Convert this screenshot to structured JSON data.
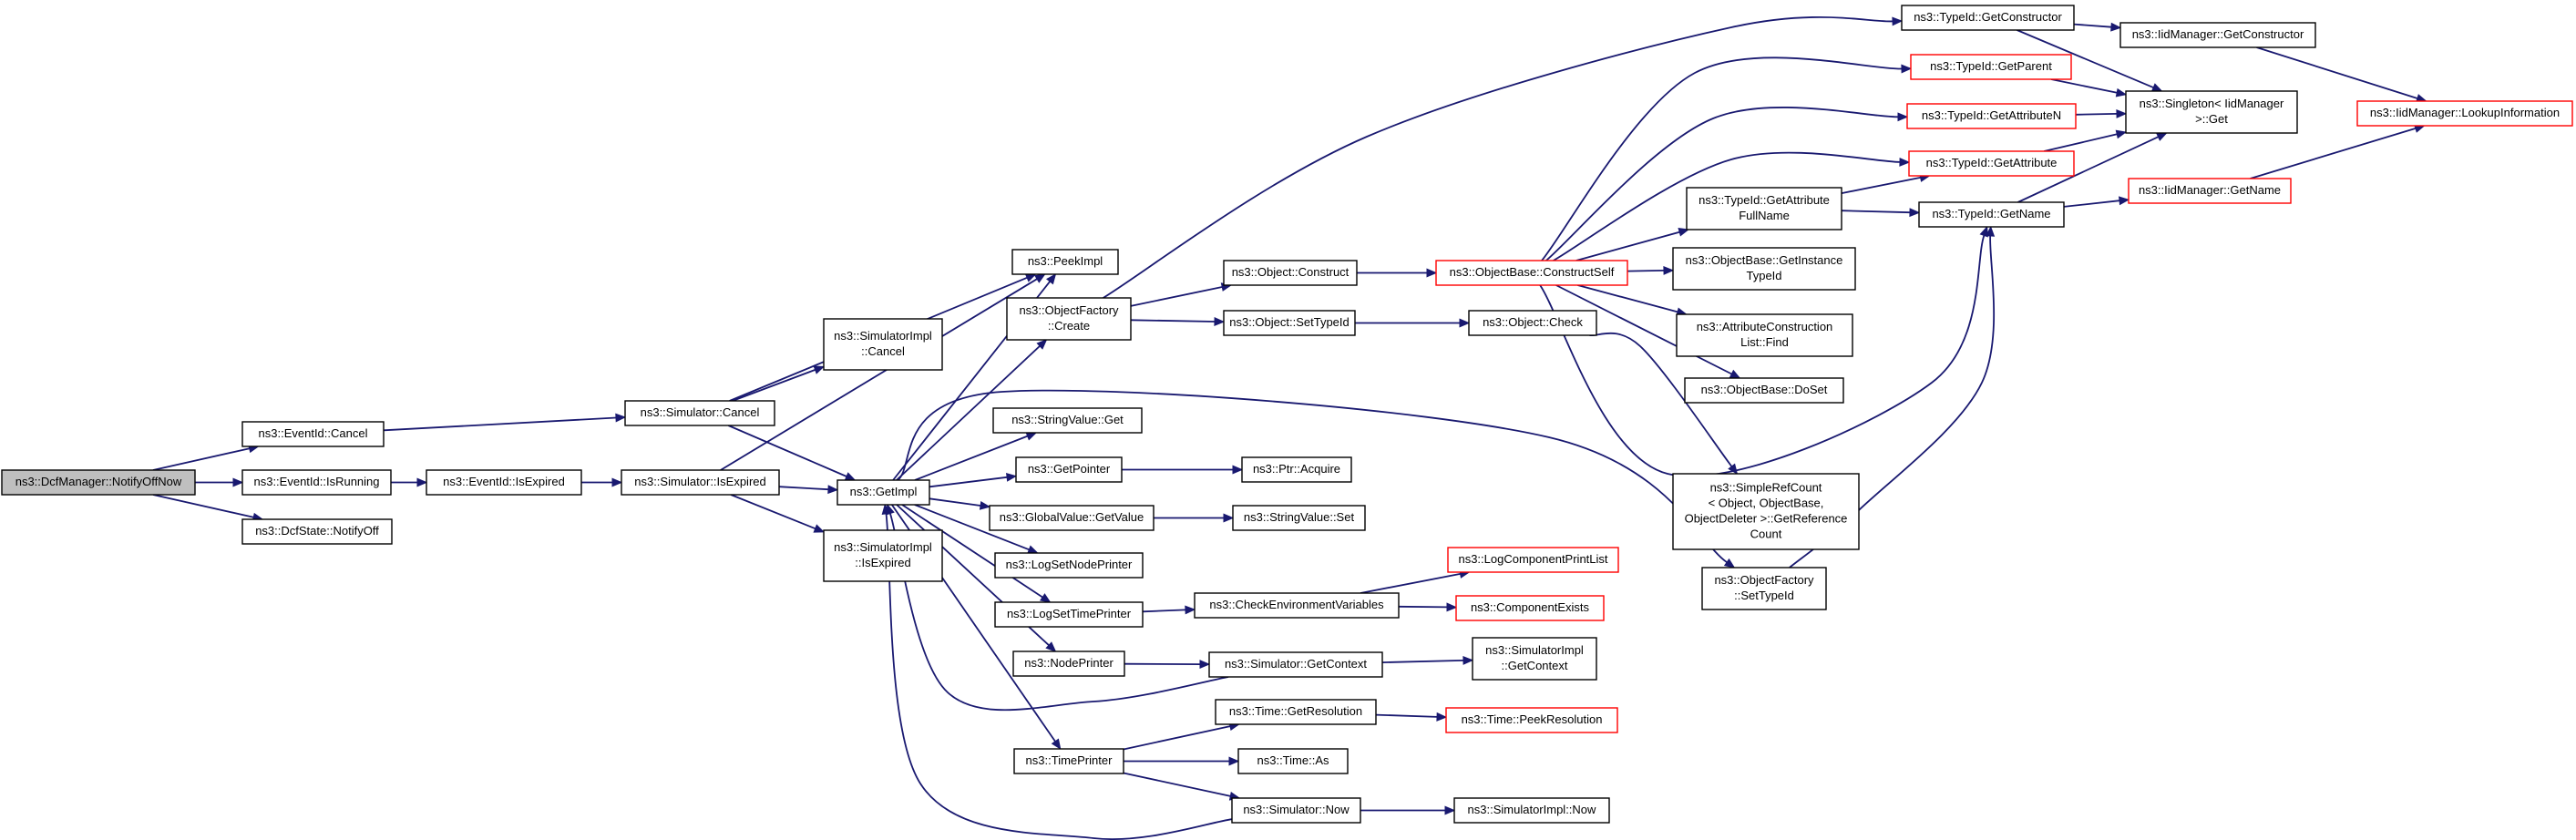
{
  "diagram": {
    "colors": {
      "edge": "#191970",
      "node_border": "#000000",
      "node_fill": "#ffffff",
      "root_fill": "#bfbfbf",
      "truncated_border": "#ff0000"
    },
    "nodes": [
      {
        "id": "n0",
        "lines": [
          "ns3::DcfManager::NotifyOffNow"
        ],
        "root": true
      },
      {
        "id": "n1",
        "lines": [
          "ns3::EventId::Cancel"
        ]
      },
      {
        "id": "n2",
        "lines": [
          "ns3::EventId::IsRunning"
        ]
      },
      {
        "id": "n3",
        "lines": [
          "ns3::DcfState::NotifyOff"
        ]
      },
      {
        "id": "n4",
        "lines": [
          "ns3::Simulator::Cancel"
        ]
      },
      {
        "id": "n5",
        "lines": [
          "ns3::EventId::IsExpired"
        ]
      },
      {
        "id": "n6",
        "lines": [
          "ns3::Simulator::IsExpired"
        ]
      },
      {
        "id": "n7",
        "lines": [
          "ns3::SimulatorImpl",
          "::Cancel"
        ]
      },
      {
        "id": "n8",
        "lines": [
          "ns3::GetImpl"
        ]
      },
      {
        "id": "n9",
        "lines": [
          "ns3::SimulatorImpl",
          "::IsExpired"
        ]
      },
      {
        "id": "n10",
        "lines": [
          "ns3::PeekImpl"
        ]
      },
      {
        "id": "n11",
        "lines": [
          "ns3::ObjectFactory",
          "::Create"
        ]
      },
      {
        "id": "n12",
        "lines": [
          "ns3::StringValue::Get"
        ]
      },
      {
        "id": "n13",
        "lines": [
          "ns3::GetPointer"
        ]
      },
      {
        "id": "n14",
        "lines": [
          "ns3::GlobalValue::GetValue"
        ]
      },
      {
        "id": "n15",
        "lines": [
          "ns3::LogSetNodePrinter"
        ]
      },
      {
        "id": "n16",
        "lines": [
          "ns3::LogSetTimePrinter"
        ]
      },
      {
        "id": "n17",
        "lines": [
          "ns3::NodePrinter"
        ]
      },
      {
        "id": "n18",
        "lines": [
          "ns3::TimePrinter"
        ]
      },
      {
        "id": "n19",
        "lines": [
          "ns3::Object::Construct"
        ]
      },
      {
        "id": "n20",
        "lines": [
          "ns3::Object::SetTypeId"
        ]
      },
      {
        "id": "n21",
        "lines": [
          "ns3::Ptr::Acquire"
        ]
      },
      {
        "id": "n22",
        "lines": [
          "ns3::StringValue::Set"
        ]
      },
      {
        "id": "n23",
        "lines": [
          "ns3::CheckEnvironmentVariables"
        ]
      },
      {
        "id": "n24",
        "lines": [
          "ns3::Simulator::GetContext"
        ]
      },
      {
        "id": "n25",
        "lines": [
          "ns3::Time::GetResolution"
        ]
      },
      {
        "id": "n26",
        "lines": [
          "ns3::Time::As"
        ]
      },
      {
        "id": "n27",
        "lines": [
          "ns3::Simulator::Now"
        ]
      },
      {
        "id": "n28",
        "lines": [
          "ns3::ObjectBase::ConstructSelf"
        ],
        "truncated": true
      },
      {
        "id": "n29",
        "lines": [
          "ns3::Object::Check"
        ]
      },
      {
        "id": "n30",
        "lines": [
          "ns3::LogComponentPrintList"
        ],
        "truncated": true
      },
      {
        "id": "n31",
        "lines": [
          "ns3::ComponentExists"
        ],
        "truncated": true
      },
      {
        "id": "n32",
        "lines": [
          "ns3::SimulatorImpl",
          "::GetContext"
        ]
      },
      {
        "id": "n33",
        "lines": [
          "ns3::Time::PeekResolution"
        ],
        "truncated": true
      },
      {
        "id": "n34",
        "lines": [
          "ns3::SimulatorImpl::Now"
        ]
      },
      {
        "id": "n35",
        "lines": [
          "ns3::TypeId::GetConstructor"
        ]
      },
      {
        "id": "n36",
        "lines": [
          "ns3::TypeId::GetParent"
        ],
        "truncated": true
      },
      {
        "id": "n37",
        "lines": [
          "ns3::TypeId::GetAttributeN"
        ],
        "truncated": true
      },
      {
        "id": "n38",
        "lines": [
          "ns3::TypeId::GetAttribute"
        ],
        "truncated": true
      },
      {
        "id": "n39",
        "lines": [
          "ns3::TypeId::GetAttribute",
          "FullName"
        ]
      },
      {
        "id": "n40",
        "lines": [
          "ns3::ObjectBase::GetInstance",
          "TypeId"
        ]
      },
      {
        "id": "n41",
        "lines": [
          "ns3::AttributeConstruction",
          "List::Find"
        ]
      },
      {
        "id": "n42",
        "lines": [
          "ns3::ObjectBase::DoSet"
        ]
      },
      {
        "id": "n43",
        "lines": [
          "ns3::SimpleRefCount",
          "< Object, ObjectBase,",
          "ObjectDeleter >::GetReference",
          "Count"
        ]
      },
      {
        "id": "n44",
        "lines": [
          "ns3::ObjectFactory",
          "::SetTypeId"
        ]
      },
      {
        "id": "n45",
        "lines": [
          "ns3::IidManager::GetConstructor"
        ]
      },
      {
        "id": "n46",
        "lines": [
          "ns3::Singleton< IidManager",
          " >::Get"
        ]
      },
      {
        "id": "n47",
        "lines": [
          "ns3::TypeId::GetName"
        ]
      },
      {
        "id": "n48",
        "lines": [
          "ns3::IidManager::GetName"
        ],
        "truncated": true
      },
      {
        "id": "n49",
        "lines": [
          "ns3::IidManager::LookupInformation"
        ],
        "truncated": true
      }
    ],
    "edges": [
      [
        "n0",
        "n1"
      ],
      [
        "n0",
        "n2"
      ],
      [
        "n0",
        "n3"
      ],
      [
        "n1",
        "n4"
      ],
      [
        "n2",
        "n5"
      ],
      [
        "n5",
        "n6"
      ],
      [
        "n4",
        "n7"
      ],
      [
        "n4",
        "n8"
      ],
      [
        "n4",
        "n10"
      ],
      [
        "n6",
        "n8"
      ],
      [
        "n6",
        "n9"
      ],
      [
        "n6",
        "n10"
      ],
      [
        "n8",
        "n11"
      ],
      [
        "n8",
        "n12"
      ],
      [
        "n8",
        "n13"
      ],
      [
        "n8",
        "n14"
      ],
      [
        "n8",
        "n15"
      ],
      [
        "n8",
        "n16"
      ],
      [
        "n8",
        "n17"
      ],
      [
        "n8",
        "n18"
      ],
      [
        "n8",
        "n10"
      ],
      [
        "n8",
        "n44"
      ],
      [
        "n11",
        "n19"
      ],
      [
        "n11",
        "n20"
      ],
      [
        "n11",
        "n35"
      ],
      [
        "n13",
        "n21"
      ],
      [
        "n14",
        "n22"
      ],
      [
        "n16",
        "n23"
      ],
      [
        "n23",
        "n30"
      ],
      [
        "n23",
        "n31"
      ],
      [
        "n17",
        "n24"
      ],
      [
        "n24",
        "n32"
      ],
      [
        "n24",
        "n8"
      ],
      [
        "n18",
        "n25"
      ],
      [
        "n18",
        "n26"
      ],
      [
        "n18",
        "n27"
      ],
      [
        "n25",
        "n33"
      ],
      [
        "n27",
        "n34"
      ],
      [
        "n27",
        "n8"
      ],
      [
        "n19",
        "n28"
      ],
      [
        "n20",
        "n29"
      ],
      [
        "n29",
        "n43"
      ],
      [
        "n28",
        "n36"
      ],
      [
        "n28",
        "n37"
      ],
      [
        "n28",
        "n38"
      ],
      [
        "n28",
        "n39"
      ],
      [
        "n28",
        "n40"
      ],
      [
        "n28",
        "n41"
      ],
      [
        "n28",
        "n42"
      ],
      [
        "n28",
        "n47"
      ],
      [
        "n39",
        "n38"
      ],
      [
        "n39",
        "n47"
      ],
      [
        "n35",
        "n45"
      ],
      [
        "n35",
        "n46"
      ],
      [
        "n36",
        "n46"
      ],
      [
        "n37",
        "n46"
      ],
      [
        "n38",
        "n46"
      ],
      [
        "n44",
        "n47"
      ],
      [
        "n47",
        "n46"
      ],
      [
        "n47",
        "n48"
      ],
      [
        "n45",
        "n49"
      ],
      [
        "n48",
        "n49"
      ]
    ]
  }
}
